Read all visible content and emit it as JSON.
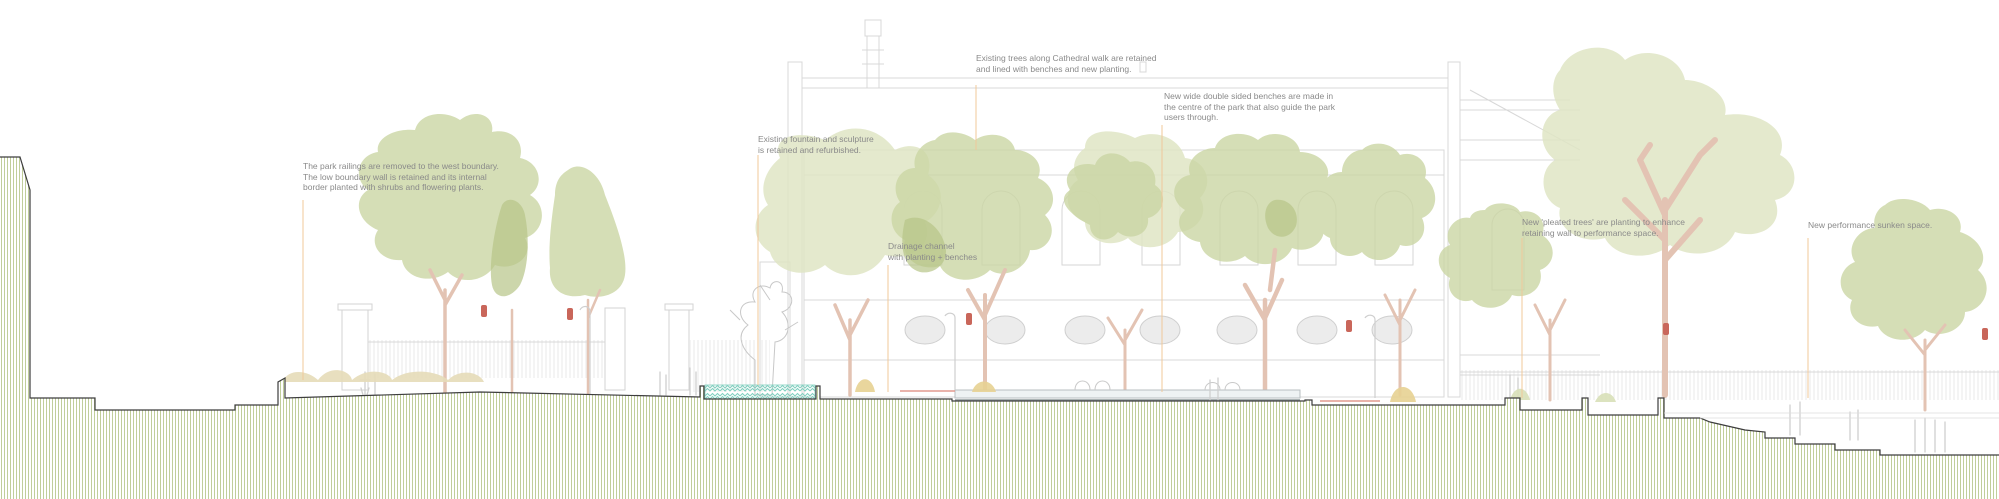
{
  "annotations": [
    {
      "id": "trees",
      "lines": [
        "Existing trees along Cathedral walk are retained",
        "and lined with benches and new planting."
      ]
    },
    {
      "id": "benches",
      "lines": [
        "New wide double sided benches are made in",
        "the centre of the park that also guide the park",
        "users through."
      ]
    },
    {
      "id": "fountain",
      "lines": [
        "Existing fountain and sculpture",
        "is retained and refurbished."
      ]
    },
    {
      "id": "railings",
      "lines": [
        "The park railings are removed to the west boundary.",
        "The low boundary wall is retained and its internal",
        "border planted with shrubs and flowering plants."
      ]
    },
    {
      "id": "drainage",
      "lines": [
        "Drainage channel",
        "with planting + benches"
      ]
    },
    {
      "id": "pleated",
      "lines": [
        "New 'pleated trees' are planting to enhance",
        "retaining wall to performance space."
      ]
    },
    {
      "id": "performance",
      "lines": [
        "New performance sunken space."
      ]
    }
  ],
  "colors": {
    "ground_hatch": "#b9c98f",
    "tree_light": "#dfe5c4",
    "tree_mid": "#cbd6a4",
    "tree_dark": "#b6c588",
    "trunk": "#e3c3b3",
    "leader": "#f0c89a",
    "building_line": "#d8d8d8",
    "water": "#7fcfbf",
    "lamp": "#c9665a"
  }
}
